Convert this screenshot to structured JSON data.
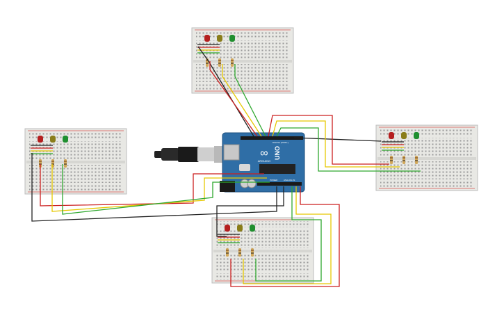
{
  "arduino": {
    "logo": "∞",
    "model": "UNO",
    "brand": "ARDUINO",
    "power_label": "POWER",
    "analog_label": "ANALOG IN",
    "digital_label": "DIGITAL (PWM~)"
  },
  "colors": {
    "board": "#2f6ea6",
    "breadboard": "#e8e8e4",
    "rail_red": "#d9534f",
    "rail_blue": "#4a79b8",
    "led_red": "#b51f1f",
    "led_yellow": "#8a7d1a",
    "led_green": "#1f8f2f",
    "wire_red": "#cc1f1f",
    "wire_yellow": "#e6c800",
    "wire_green": "#2ea82e",
    "wire_black": "#222222"
  },
  "breadboards": [
    {
      "id": "top",
      "leds": [
        "red",
        "yellow",
        "green"
      ]
    },
    {
      "id": "left",
      "leds": [
        "red",
        "yellow",
        "green"
      ]
    },
    {
      "id": "right",
      "leds": [
        "red",
        "yellow",
        "green"
      ]
    },
    {
      "id": "bottom",
      "leds": [
        "red",
        "yellow",
        "green"
      ]
    }
  ]
}
